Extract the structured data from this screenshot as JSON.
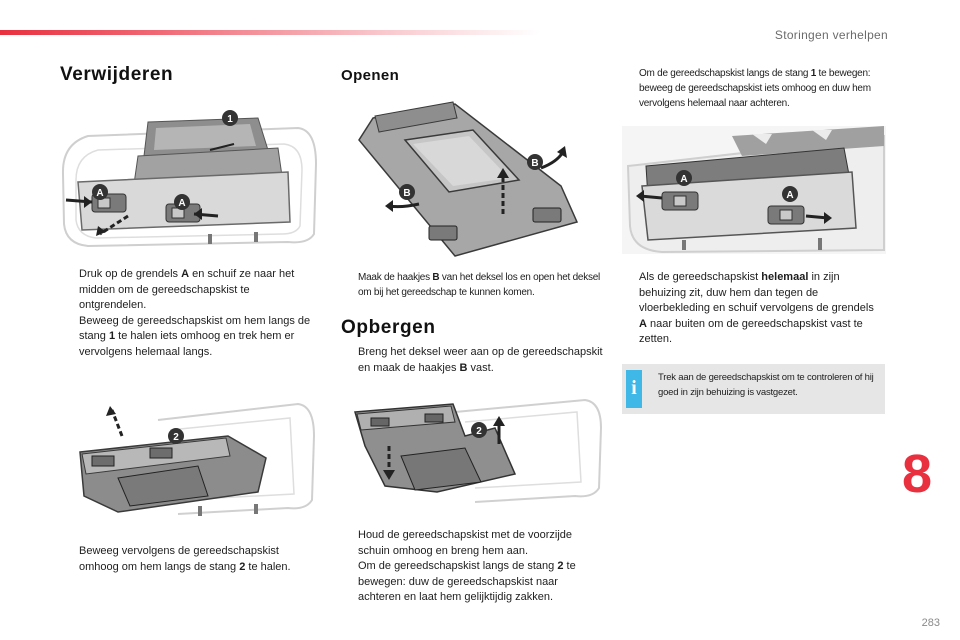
{
  "header": {
    "section_title": "Storingen verhelpen",
    "colors": {
      "accent": "#e8303f",
      "info_blue": "#3fb8e8",
      "info_bg": "#e6e6e6"
    }
  },
  "remove": {
    "title": "Verwijderen",
    "figure1_labels": {
      "a1": "A",
      "a2": "A",
      "n1": "1"
    },
    "steps": [
      {
        "bullet": "",
        "parts": [
          "Druk op de grendels ",
          "A",
          " en schuif ze naar het midden om de gereedschapskist te ontgrendelen."
        ]
      },
      {
        "bullet": "",
        "parts": [
          "Beweeg de gereedschapskist om hem langs de stang ",
          "1",
          " te halen iets omhoog en trek hem er vervolgens helemaal langs."
        ]
      }
    ],
    "figure2_labels": {
      "n2": "2"
    },
    "step3": {
      "bullet": "",
      "parts": [
        "Beweeg vervolgens de gereedschapskist omhoog om hem langs de stang ",
        "2",
        " te halen."
      ]
    }
  },
  "open": {
    "title": "Openen",
    "figure_labels": {
      "b1": "B",
      "b2": "B"
    },
    "step": {
      "bullet": "",
      "parts": [
        "Maak de haakjes ",
        "B",
        " van het deksel los en open het deksel om bij het gereedschap te kunnen komen."
      ]
    }
  },
  "store": {
    "title": "Opbergen",
    "step1": {
      "bullet": "",
      "parts": [
        "Breng het deksel weer aan op de gereedschapskit en maak de haakjes ",
        "B",
        " vast."
      ]
    },
    "figure_labels": {
      "n2": "2"
    },
    "steps": [
      {
        "bullet": "",
        "text": "Houd de gereedschapskist met de voorzijde schuin omhoog en breng hem aan."
      },
      {
        "bullet": "",
        "parts": [
          "Om de gereedschapskist langs de stang ",
          "2",
          " te bewegen: duw de gereedschapskist naar achteren en laat hem gelijktijdig zakken."
        ]
      }
    ]
  },
  "right": {
    "top_step": {
      "bullet": "",
      "parts": [
        "Om de gereedschapskist langs de stang ",
        "1",
        " te bewegen: beweeg de gereedschapskist iets omhoog en duw hem vervolgens helemaal naar achteren."
      ]
    },
    "figure_labels": {
      "a1": "A",
      "a2": "A"
    },
    "step": {
      "bullet": "",
      "parts": [
        "Als de gereedschapskist ",
        "helemaal",
        " in zijn behuizing zit, duw hem dan tegen de vloerbekleding en schuif vervolgens de grendels ",
        "A",
        " naar buiten om de gereedschapskist vast te zetten."
      ]
    },
    "info": {
      "icon": "i",
      "text": "Trek aan de gereedschapskist om te controleren of hij goed in zijn behuizing is vastgezet."
    }
  },
  "chapter": "8",
  "page_number": "283"
}
